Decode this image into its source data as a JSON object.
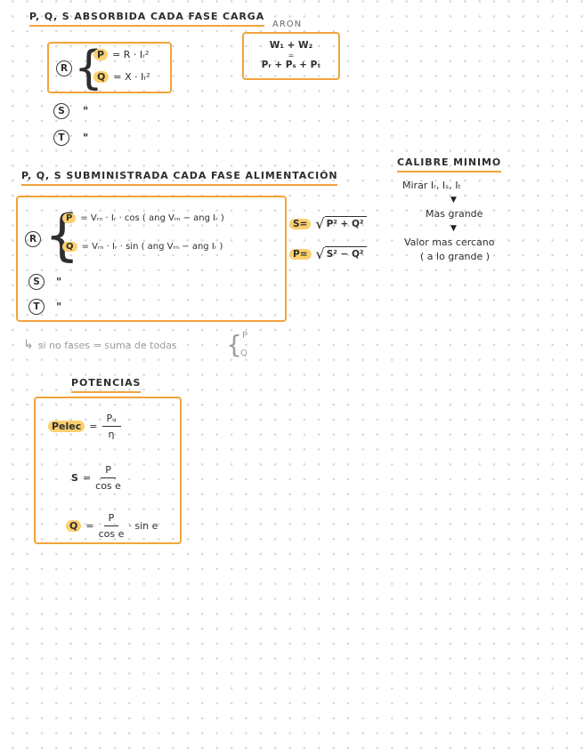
{
  "glyphs": {
    "sqrt": "√",
    "down_arrow": "▼",
    "brace": "{",
    "elbow_arrow": "↳",
    "ditto": "\""
  },
  "colors": {
    "accent_orange": "#f2a33c",
    "highlight_yellow": "#fcd06e",
    "ink": "#2e2e2e",
    "note_gray": "#9d9d9d"
  },
  "sec1": {
    "title": "P, Q, S   ABSORBIDA    CADA  FASE   CARGA",
    "r": "R",
    "rows": [
      {
        "label": "P",
        "formula": "=  R · Iᵣ²"
      },
      {
        "label": "Q",
        "formula": "=  X · Iᵣ²"
      }
    ],
    "s": "S",
    "t": "T"
  },
  "aron": {
    "label": "ARON",
    "top": "W₁ + W₂",
    "eq": "=",
    "bottom": "Pᵣ + Pₛ + Pₜ"
  },
  "sec2": {
    "title": "P, Q, S  SUBMINISTRADA   CADA   FASE   ALIMENTACIÓN",
    "r": "R",
    "rows": [
      {
        "label": "P",
        "formula": "=  Vᵣₙ · Iᵣ · cos ( ang Vᵣₙ − ang Iᵣ )"
      },
      {
        "label": "Q",
        "formula": "=  Vᵣₙ · Iᵣ · sin ( ang Vᵣₙ − ang Iᵣ )"
      }
    ],
    "s": "S",
    "t": "T",
    "sqrt1_label": "S=",
    "sqrt1_radicand": "P² + Q²",
    "sqrt2_label": "P=",
    "sqrt2_radicand": "S² − Q²"
  },
  "note": {
    "text": "si no fases  =  suma de todas",
    "p": "P",
    "q": "Q"
  },
  "calibre": {
    "title": "CALIBRE    MINIMO",
    "line1": "Mirar    Iᵣ, Iₛ, Iₜ",
    "line2": "Mas   grande",
    "line3": "Valor  mas  cercano",
    "line4": "( a  lo  grande )"
  },
  "potencias": {
    "title": "POTENCIAS",
    "row1": {
      "label": "Pelec",
      "eq": "=",
      "num": "Pᵤ",
      "den": "η"
    },
    "row2": {
      "label": "S",
      "eq": "=",
      "num": "P",
      "den": "cos e"
    },
    "row3": {
      "label": "Q",
      "eq": "=",
      "num": "P",
      "den": "cos e",
      "tail": "· sin e"
    }
  }
}
